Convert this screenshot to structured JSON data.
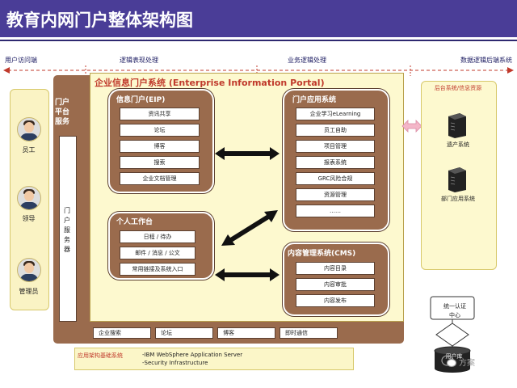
{
  "header": {
    "title": "教育内网门户整体架构图"
  },
  "layers": {
    "user_access": "用户访问端",
    "logic_presentation": "逻辑表现处理",
    "business_logic": "业务逻辑处理",
    "data_logic": "数据逻辑后端系统"
  },
  "users": [
    {
      "label": "员工"
    },
    {
      "label": "领导"
    },
    {
      "label": "管理员"
    }
  ],
  "portal_service": {
    "title": "门户平台服务",
    "title_lines": [
      "门户",
      "平台",
      "服务"
    ],
    "server_label": "门户服务器",
    "server_lines": [
      "门",
      "户",
      "服",
      "务",
      "器"
    ]
  },
  "portal": {
    "title": "企业信息门户系统 (Enterprise Information Portal)"
  },
  "eip": {
    "title": "信息门户(EIP)",
    "items": [
      "资讯共享",
      "论坛",
      "博客",
      "搜索",
      "企业文档管理"
    ]
  },
  "workspace": {
    "title": "个人工作台",
    "items": [
      "日程 / 待办",
      "邮件 / 消息 / 公文",
      "常用链接及系统入口"
    ]
  },
  "apps": {
    "title": "门户应用系统",
    "items": [
      "企业学习eLearning",
      "员工自助",
      "项目管理",
      "报表系统",
      "GRC风险合规",
      "资源管理",
      "……"
    ]
  },
  "cms": {
    "title": "内容管理系统(CMS)",
    "items": [
      "内容目录",
      "内容审批",
      "内容发布"
    ]
  },
  "bottom_services": [
    "企业搜索",
    "论坛",
    "博客",
    "即时通信"
  ],
  "infra": {
    "label": "应用架构基础系统",
    "lines": [
      "-IBM WebSphere Application Server",
      "-Security Infrastructure"
    ]
  },
  "backend": {
    "title": "后台系统/信息资源",
    "servers": [
      "遗产系统",
      "部门应用系统"
    ]
  },
  "sso": {
    "label": "统一认证中心",
    "label_lines": [
      "统一认证",
      "中心"
    ],
    "store_label": "用户库"
  },
  "watermark": "方案",
  "colors": {
    "header_bg": "#4a3d97",
    "panel_brown": "#9a6b4d",
    "portal_bg": "#fdf9cf",
    "accent_red": "#c0392b"
  }
}
